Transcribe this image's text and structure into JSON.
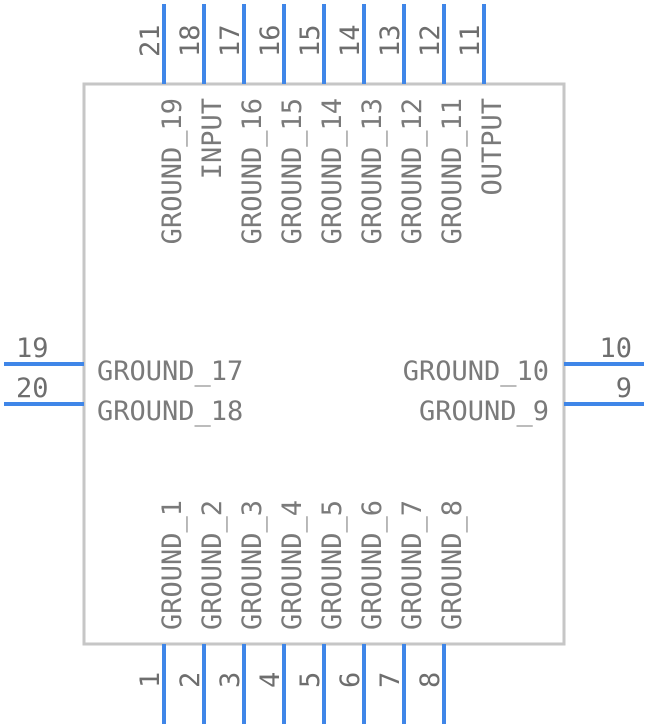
{
  "colors": {
    "pin": "#3f86e8",
    "body": "#c6c6c6",
    "text": "#7a7a7a"
  },
  "pins": {
    "top": [
      {
        "number": "21",
        "signal": "GROUND_19"
      },
      {
        "number": "18",
        "signal": "INPUT"
      },
      {
        "number": "17",
        "signal": "GROUND_16"
      },
      {
        "number": "16",
        "signal": "GROUND_15"
      },
      {
        "number": "15",
        "signal": "GROUND_14"
      },
      {
        "number": "14",
        "signal": "GROUND_13"
      },
      {
        "number": "13",
        "signal": "GROUND_12"
      },
      {
        "number": "12",
        "signal": "GROUND_11"
      },
      {
        "number": "11",
        "signal": "OUTPUT"
      }
    ],
    "bottom": [
      {
        "number": "1",
        "signal": "GROUND_1"
      },
      {
        "number": "2",
        "signal": "GROUND_2"
      },
      {
        "number": "3",
        "signal": "GROUND_3"
      },
      {
        "number": "4",
        "signal": "GROUND_4"
      },
      {
        "number": "5",
        "signal": "GROUND_5"
      },
      {
        "number": "6",
        "signal": "GROUND_6"
      },
      {
        "number": "7",
        "signal": "GROUND_7"
      },
      {
        "number": "8",
        "signal": "GROUND_8"
      }
    ],
    "left": [
      {
        "number": "19",
        "signal": "GROUND_17"
      },
      {
        "number": "20",
        "signal": "GROUND_18"
      }
    ],
    "right": [
      {
        "number": "10",
        "signal": "GROUND_10"
      },
      {
        "number": "9",
        "signal": "GROUND_9"
      }
    ]
  }
}
